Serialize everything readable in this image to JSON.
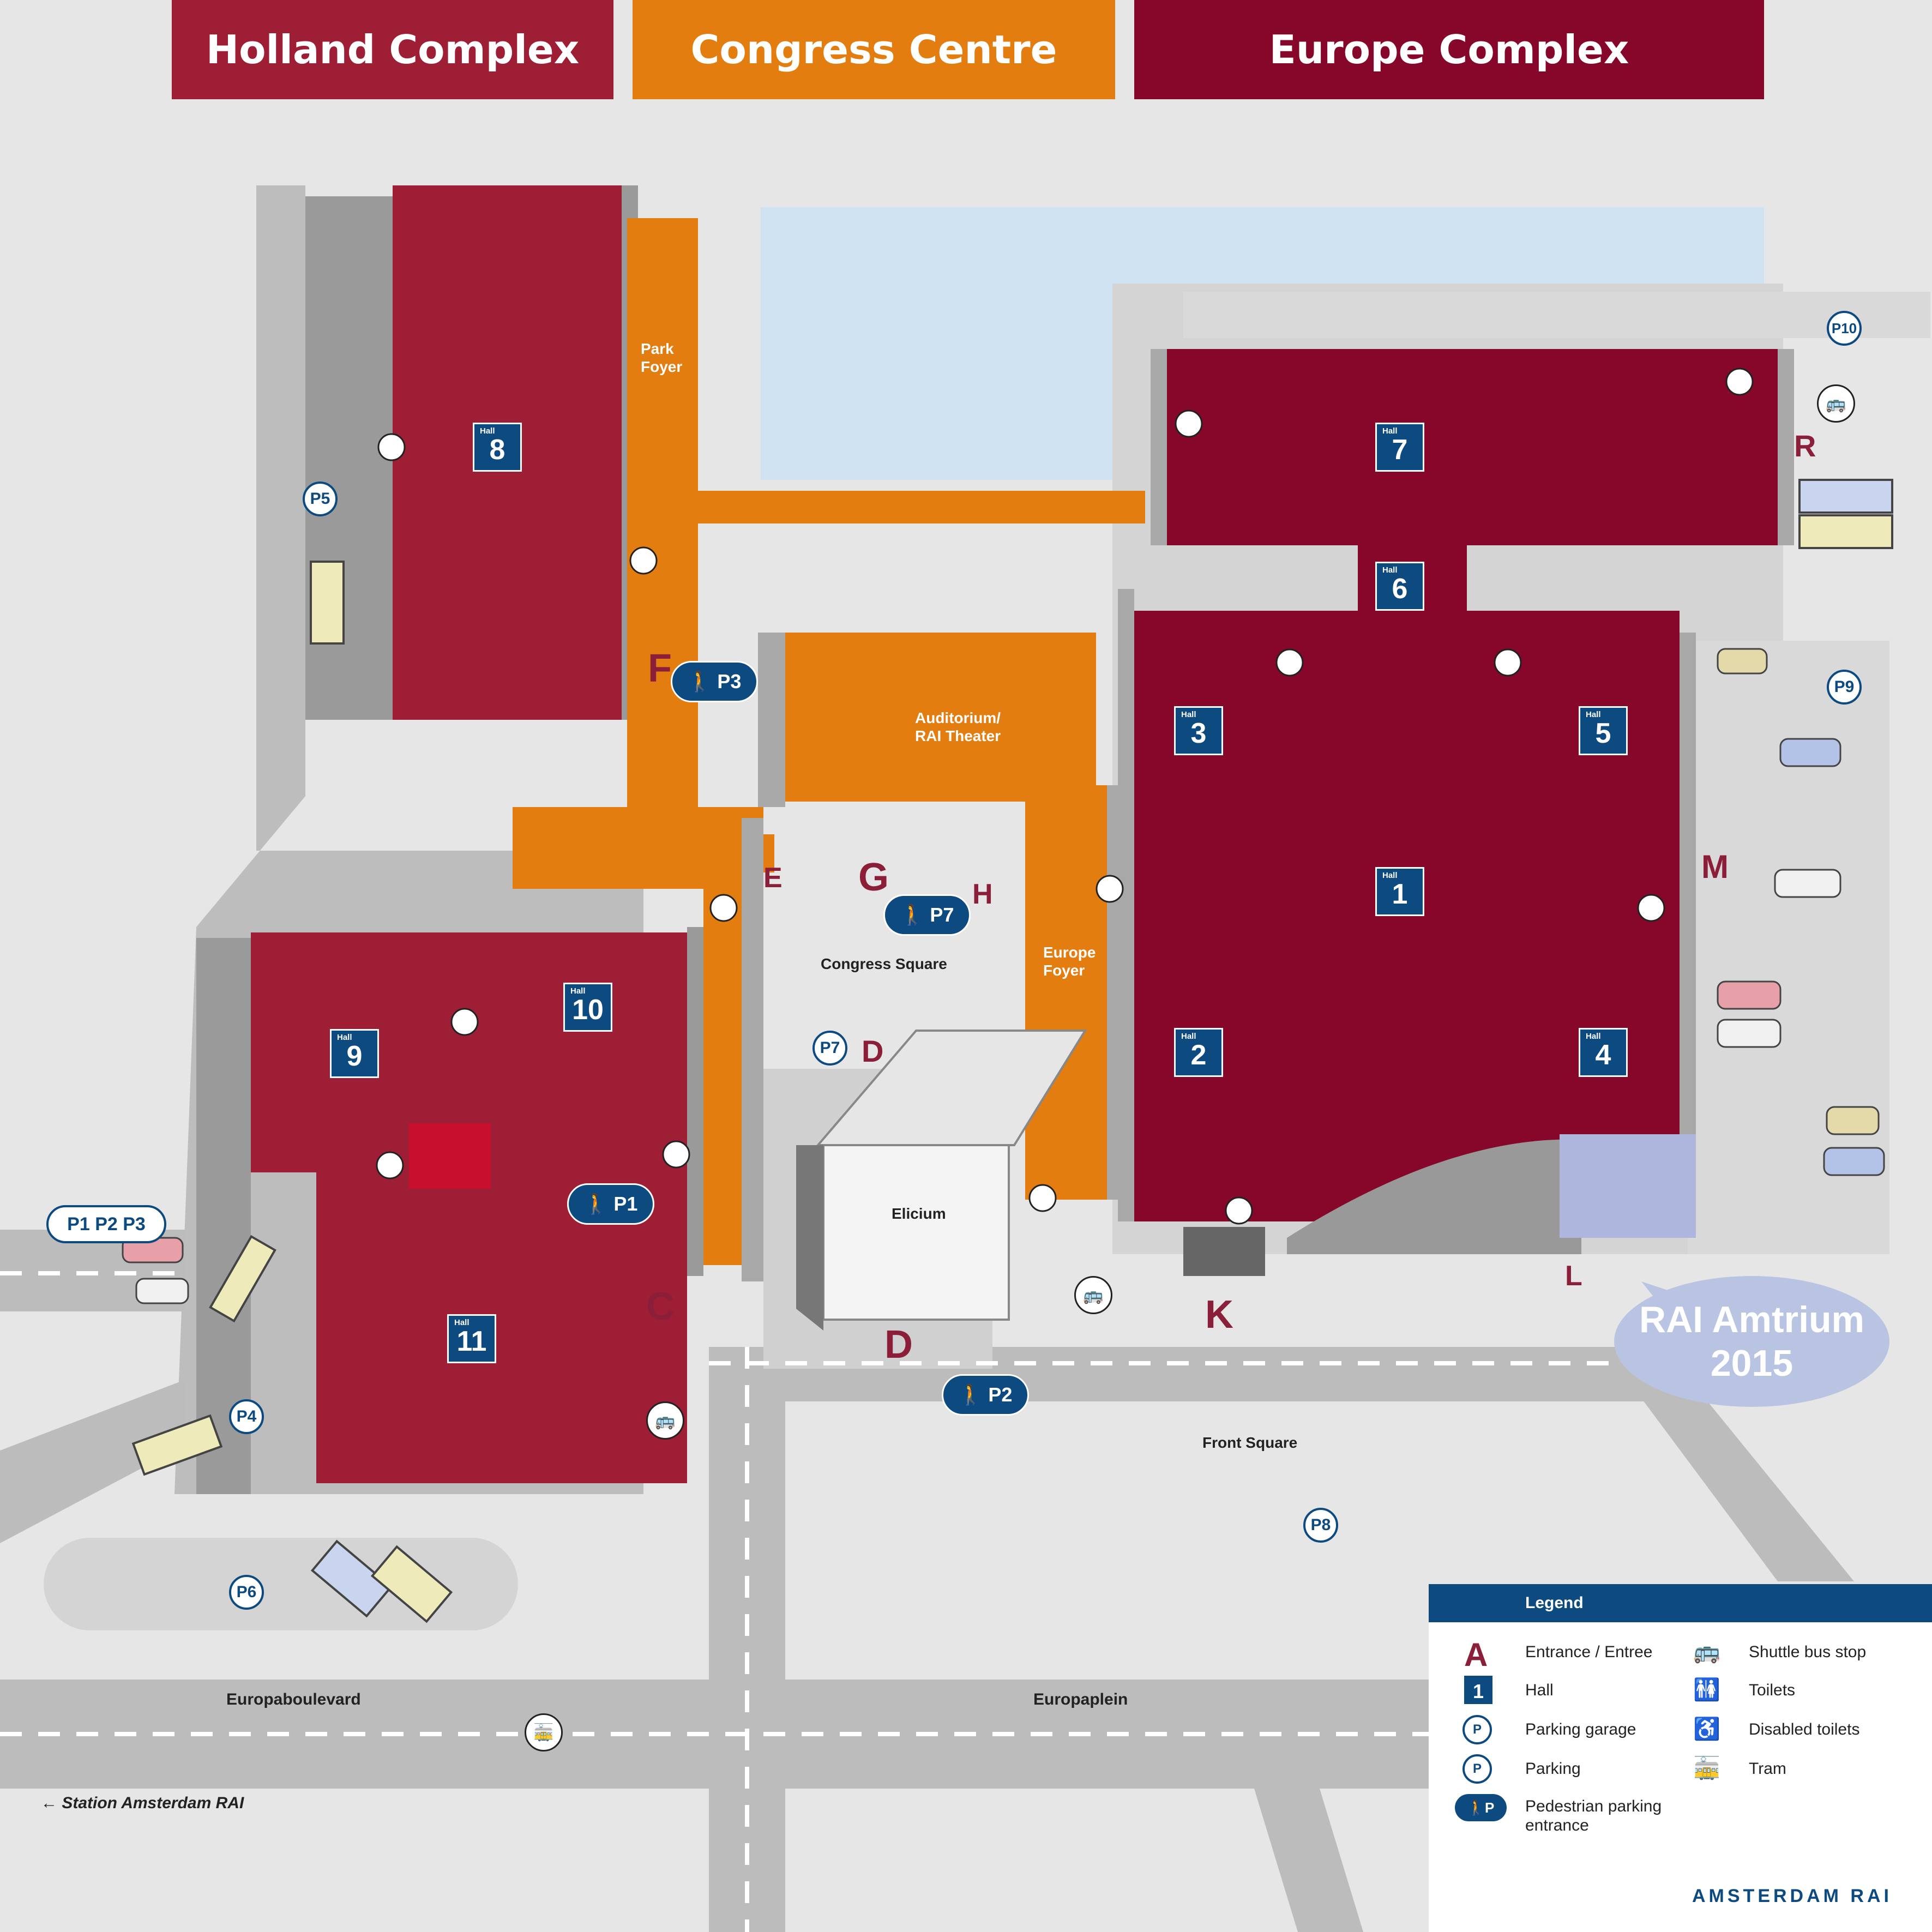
{
  "banners": {
    "holland": "Holland Complex",
    "congress": "Congress Centre",
    "europe": "Europe Complex"
  },
  "colors": {
    "holland": "#9e1e36",
    "congress": "#e37d10",
    "europe": "#86072a",
    "hall_badge": "#0c4a80",
    "water": "#cfe2f1"
  },
  "halls": [
    {
      "label": "Hall",
      "number": "1"
    },
    {
      "label": "Hall",
      "number": "2"
    },
    {
      "label": "Hall",
      "number": "3"
    },
    {
      "label": "Hall",
      "number": "4"
    },
    {
      "label": "Hall",
      "number": "5"
    },
    {
      "label": "Hall",
      "number": "6"
    },
    {
      "label": "Hall",
      "number": "7"
    },
    {
      "label": "Hall",
      "number": "8"
    },
    {
      "label": "Hall",
      "number": "9"
    },
    {
      "label": "Hall",
      "number": "10"
    },
    {
      "label": "Hall",
      "number": "11"
    }
  ],
  "areas": {
    "park_foyer": "Park Foyer",
    "auditorium": "Auditorium/ RAI Theater",
    "congress_square": "Congress Square",
    "europe_foyer": "Europe Foyer",
    "elicium": "Elicium",
    "front_square": "Front Square"
  },
  "entrances": [
    "C",
    "D",
    "D",
    "E",
    "F",
    "G",
    "H",
    "K",
    "L",
    "M",
    "R"
  ],
  "parking": {
    "p4": "P4",
    "p5": "P5",
    "p6": "P6",
    "p8": "P8",
    "p9": "P9",
    "p10": "P10"
  },
  "pedestrian": {
    "p1": "P1",
    "p2": "P2",
    "p3": "P3",
    "p7": "P7",
    "p7_garage": "P7",
    "combo": "P1 P2 P3"
  },
  "roads": {
    "europaboulevard": "Europaboulevard",
    "europaplein": "Europaplein",
    "station": "← Station Amsterdam RAI"
  },
  "amtrium": {
    "line1": "RAI Amtrium",
    "line2": "2015"
  },
  "legend": {
    "title": "Legend",
    "entrance_icon": "A",
    "entrance": "Entrance / Entree",
    "hall_icon": "1",
    "hall": "Hall",
    "parking_garage": "Parking garage",
    "parking": "Parking",
    "pedestrian": "Pedestrian parking entrance",
    "shuttle": "Shuttle bus stop",
    "toilets": "Toilets",
    "disabled": "Disabled toilets",
    "tram": "Tram"
  },
  "logo": "AMSTERDAM RAI"
}
